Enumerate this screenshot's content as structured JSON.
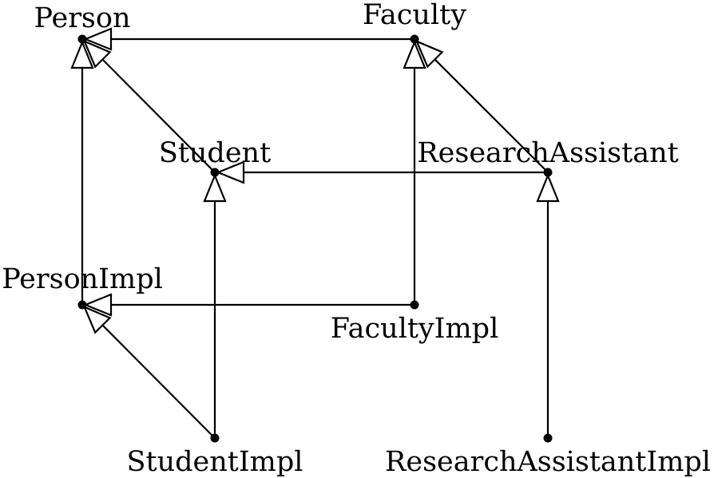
{
  "diagram": {
    "nodes": [
      {
        "id": "person",
        "label": "Person"
      },
      {
        "id": "faculty",
        "label": "Faculty"
      },
      {
        "id": "student",
        "label": "Student"
      },
      {
        "id": "research-assistant",
        "label": "ResearchAssistant"
      },
      {
        "id": "person-impl",
        "label": "PersonImpl"
      },
      {
        "id": "faculty-impl",
        "label": "FacultyImpl"
      },
      {
        "id": "student-impl",
        "label": "StudentImpl"
      },
      {
        "id": "research-assistant-impl",
        "label": "ResearchAssistantImpl"
      }
    ],
    "edges": [
      {
        "from": "faculty",
        "to": "person"
      },
      {
        "from": "student",
        "to": "person"
      },
      {
        "from": "person-impl",
        "to": "person"
      },
      {
        "from": "research-assistant",
        "to": "faculty"
      },
      {
        "from": "faculty-impl",
        "to": "faculty"
      },
      {
        "from": "research-assistant",
        "to": "student"
      },
      {
        "from": "student-impl",
        "to": "student"
      },
      {
        "from": "faculty-impl",
        "to": "person-impl"
      },
      {
        "from": "student-impl",
        "to": "person-impl"
      },
      {
        "from": "research-assistant-impl",
        "to": "research-assistant"
      }
    ]
  }
}
